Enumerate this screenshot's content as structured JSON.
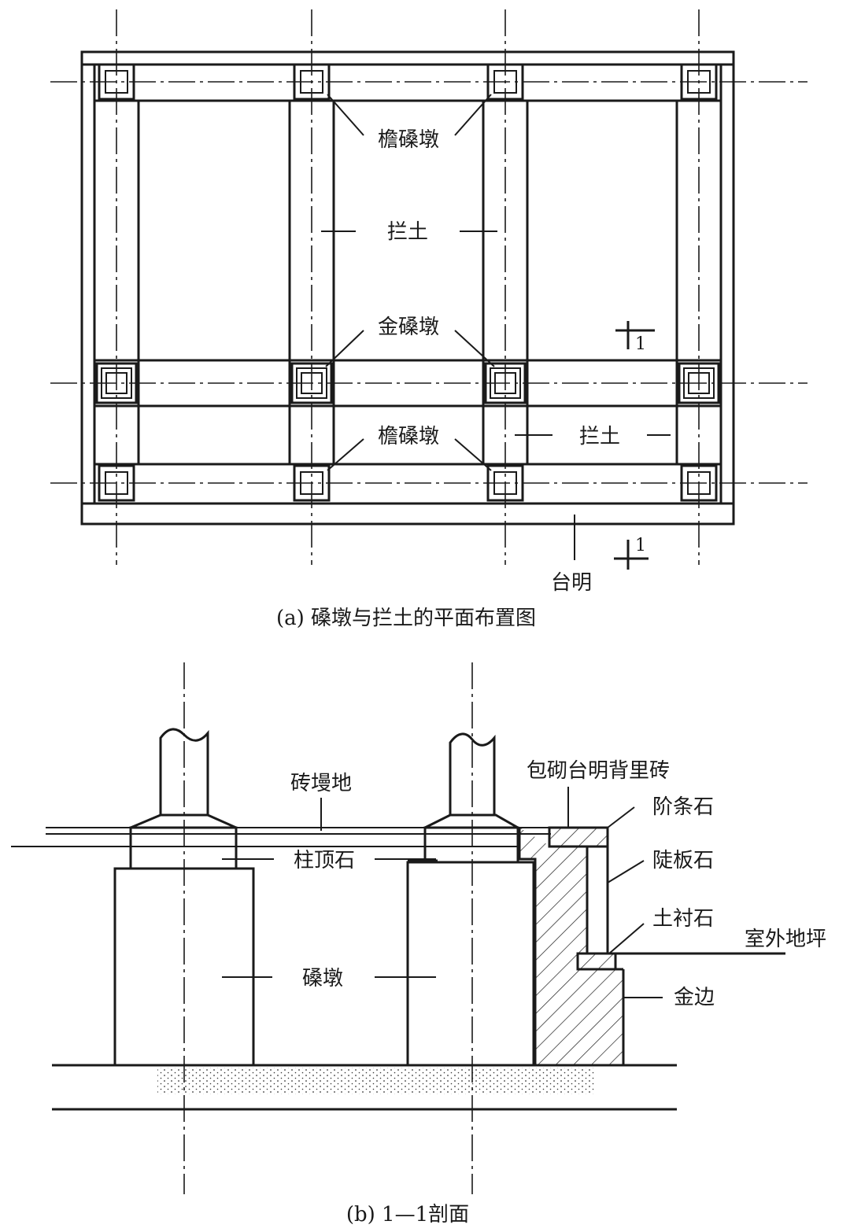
{
  "plan": {
    "caption": "(a) 磉墩与拦土的平面布置图",
    "labels": {
      "eave_pier_top": "檐磉墩",
      "soil_top": "拦土",
      "gold_pier": "金磉墩",
      "eave_pier_bottom": "檐磉墩",
      "soil_right": "拦土",
      "platform": "台明"
    },
    "section_marks": {
      "upper": "1",
      "lower": "1"
    }
  },
  "section": {
    "caption": "(b) 1—1剖面",
    "labels": {
      "brick_paving": "砖墁地",
      "column_base": "柱顶石",
      "pier": "磉墩",
      "backing_brick": "包砌台明背里砖",
      "step_stone": "阶条石",
      "side_stone": "陡板石",
      "earth_liner_stone": "土衬石",
      "outdoor_ground": "室外地坪",
      "golden_edge": "金边"
    }
  }
}
